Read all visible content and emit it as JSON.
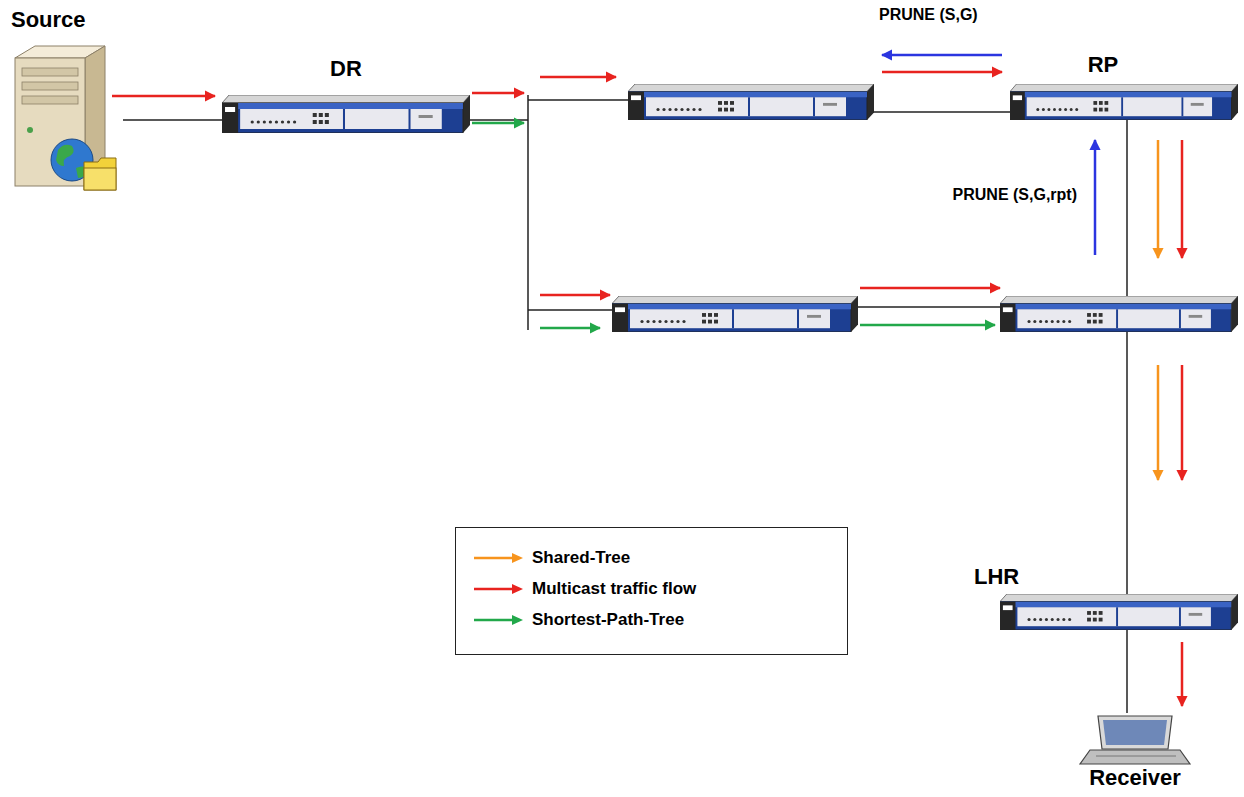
{
  "diagram": {
    "nodes": [
      {
        "text": [
          "Source"
        ]
      },
      {
        "text": [
          "DR"
        ]
      },
      {
        "text": [
          "RP"
        ]
      },
      {
        "text": [
          "LHR"
        ]
      },
      {
        "text": [
          "Receiver"
        ]
      }
    ],
    "edges": [
      {
        "from": 0,
        "to": 1,
        "arrow": "none"
      },
      {
        "from": 3,
        "to": 4,
        "arrow": "none"
      }
    ],
    "labels": [
      "PRUNE (S,G)",
      "PRUNE (S,G,rpt)"
    ],
    "legend": [
      {
        "text": "Shared-Tree",
        "color": "#f7941d"
      },
      {
        "text": "Multicast traffic flow",
        "color": "#e8231f"
      },
      {
        "text": "Shortest-Path-Tree",
        "color": "#22a84a"
      }
    ]
  }
}
